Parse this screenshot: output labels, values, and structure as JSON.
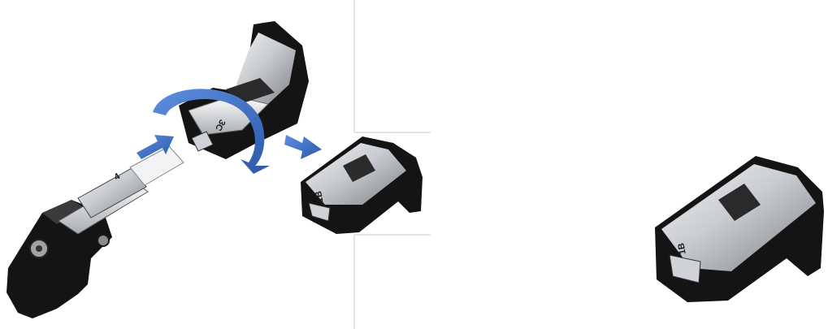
{
  "diagram": {
    "labels": {
      "probe_tip": "4",
      "rotating_part": "3C",
      "removed_part": "1B",
      "detail_part": "1B"
    },
    "colors": {
      "arrow": "#3d6fc2",
      "arrow_dark": "#2a54a0",
      "divider": "#c8c8c8",
      "part_dark": "#141414",
      "part_metal": "#b9bcc0",
      "part_light": "#eef0f2"
    }
  }
}
